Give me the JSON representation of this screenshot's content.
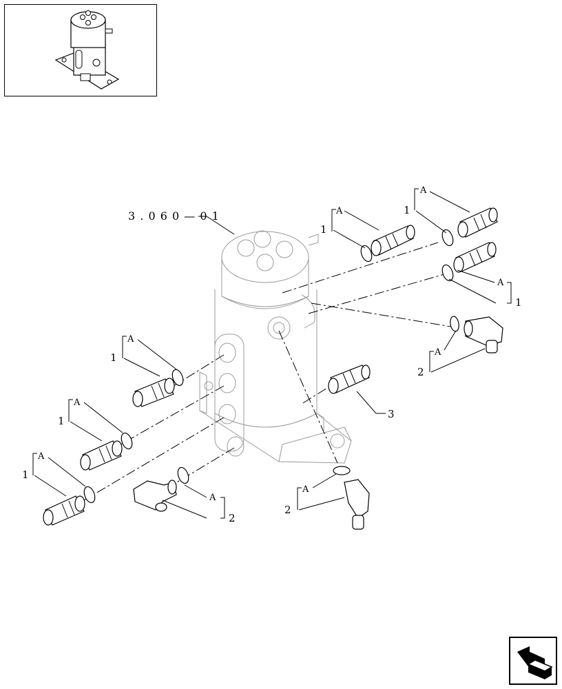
{
  "ref_code": "3 . 0 6 0 — 0 1",
  "callouts": {
    "c1": "1",
    "c2": "A",
    "c3": "1",
    "c4": "A",
    "c5": "A",
    "c6": "1",
    "c7": "2",
    "c8": "A",
    "c9": "1",
    "c10": "A",
    "c11": "1",
    "c12": "A",
    "c13": "3",
    "c14": "1",
    "c15": "A",
    "c16": "A",
    "c17": "2",
    "c18": "2",
    "c19": "A"
  },
  "icons": {
    "thumbnail": "swivel-joint-thumbnail-icon",
    "nav": "return-arrow-icon"
  }
}
